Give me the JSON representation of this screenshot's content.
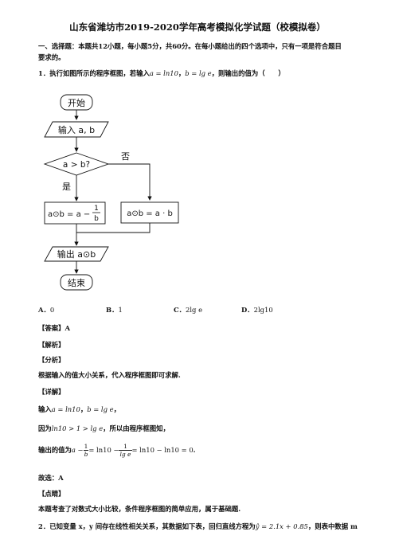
{
  "doc_title": "山东省潍坊市2019-2020学年高考模拟化学试题（校模拟卷）",
  "section1": {
    "line1": "一、选择题：本题共12小题，每小题5分，共60分。在每小题给出的四个选项中，只有一项是符合题目",
    "line2": "要求的。"
  },
  "q1": {
    "prefix": "1．执行如图所示的程序框图，若输入",
    "a_eq": "a = ln10",
    "comma": "，",
    "b_eq": "b = lg e",
    "suffix": "，则输出的值为（　　）"
  },
  "flowchart": {
    "start": "开始",
    "input": "输入 a, b",
    "cond": "a > b?",
    "no": "否",
    "yes": "是",
    "left_box_lhs": "a⊙b = a −",
    "left_box_num": "1",
    "left_box_den": "b",
    "right_box": "a⊙b = a · b",
    "output": "输出 a⊙b",
    "end": "结束"
  },
  "options": [
    {
      "label": "A．",
      "value": "0"
    },
    {
      "label": "B．",
      "value": "1"
    },
    {
      "label": "C．",
      "value": "2lg e"
    },
    {
      "label": "D．",
      "value": "2lg10"
    }
  ],
  "answer_tag": "【答案】A",
  "jiexi_tag": "【解析】",
  "fenxi_tag": "【分析】",
  "fenxi_text": "根据输入的值大小关系，代入程序框图即可求解.",
  "xiangjie_tag": "【详解】",
  "line_input": {
    "prefix": "输入",
    "a_eq": "a = ln10",
    "sep": "，",
    "b_eq": "b = lg e",
    "end": "，"
  },
  "line_because": {
    "prefix": "因为",
    "expr": "ln10 > 1 > lg e",
    "suffix": "，所以由程序框图知，"
  },
  "line_output": {
    "prefix": "输出的值为",
    "a": "a −",
    "f1_num": "1",
    "f1_den": "b",
    "mid": "= ln10 −",
    "f2_num": "1",
    "f2_den": "lg e",
    "end": "= ln10 − ln10 = 0",
    "dot": "."
  },
  "choose": "故选：A",
  "dianjing_tag": "【点睛】",
  "dianjing_text": "本题考查了对数式大小比较，条件程序框图的简单应用，属于基础题.",
  "q2": {
    "prefix": "2．已知变量 x，y 间存在线性相关关系，其数据如下表，回归直线方程为",
    "eq": "ŷ = 2.1x + 0.85",
    "suffix": "，则表中数据 m"
  }
}
